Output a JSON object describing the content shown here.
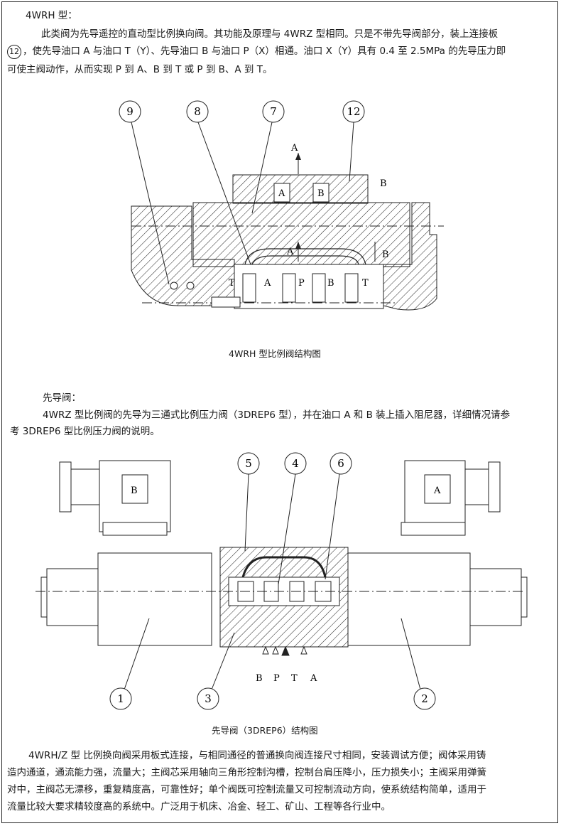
{
  "section1": {
    "heading": "4WRH 型：",
    "para_line1": "此类阀为先导遥控的直动型比例换向阀。其功能及原理与 4WRZ 型相同。只是不带先导阀部分，装上连接板",
    "para_marker": "12",
    "para_line2": "，使先导油口 A 与油口 T（Y）、先导油口 B 与油口 P（X）相通。油口 X（Y）具有 0.4 至 2.5MPa 的先导压力即",
    "para_line3": "可使主阀动作，从而实现 P 到 A、B 到 T 或 P 到 B、A 到 T。"
  },
  "figure1": {
    "callouts": [
      "9",
      "8",
      "7",
      "12"
    ],
    "ports": [
      "A",
      "B",
      "T",
      "A",
      "P",
      "B",
      "T"
    ],
    "section_marks": [
      "A",
      "A",
      "B",
      "B"
    ],
    "caption": "4WRH 型比例阀结构图"
  },
  "section2": {
    "heading": "先导阀：",
    "para_line1": "4WRZ 型比例阀的先导为三通式比例压力阀（3DREP6 型），并在油口 A 和 B 装上插入阻尼器，详细情况请参",
    "para_line2": "考 3DREP6 型比例压力阀的说明。"
  },
  "figure2": {
    "callouts_top": [
      "5",
      "4",
      "6"
    ],
    "callouts_bottom": [
      "1",
      "3",
      "2"
    ],
    "solenoid_left": "B",
    "solenoid_right": "A",
    "ports": [
      "B",
      "P",
      "T",
      "A"
    ],
    "caption": "先导阀（3DREP6）结构图"
  },
  "section3": {
    "line1": "4WRH/Z 型 比例换向阀采用板式连接，与相同通径的普通换向阀连接尺寸相同，安装调试方便；阀体采用铸",
    "line2": "造内通道，通流能力强，流量大；主阀芯采用轴向三角形控制沟槽，控制台肩压降小，压力损失小；主阀采用弹簧",
    "line3": "对中，主阀芯无漂移，重复精度高，可靠性好；单个阀既可控制流量又可控制流动方向，使系统结构简单，适用于",
    "line4": "流量比较大要求精较度高的系统中。广泛用于机床、冶金、轻工、矿山、工程等各行业中。"
  }
}
